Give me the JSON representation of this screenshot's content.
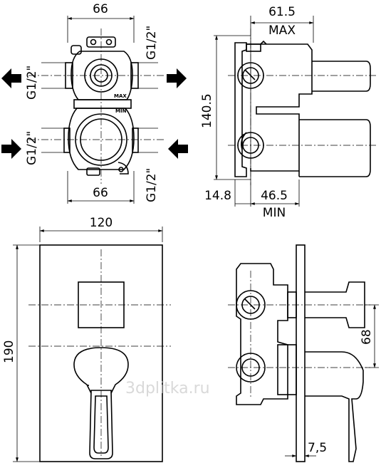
{
  "dimensions": {
    "top_width": "66",
    "bottom_width": "66",
    "port_upper_left": "G1/2\"",
    "port_lower_left": "G1/2\"",
    "port_upper_right": "G1/2\"",
    "port_lower_right": "G1/2\"",
    "side_depth": "61.5",
    "max_label": "MAX",
    "side_height": "140.5",
    "wall_offset": "14.8",
    "min_depth": "46.5",
    "min_label": "MIN",
    "plate_width": "120",
    "plate_height": "190",
    "axis_distance": "68",
    "plate_thickness": "7,5"
  },
  "body_markings": {
    "max": "MAX",
    "min": "MIN"
  },
  "watermark": "3dplitka.ru"
}
